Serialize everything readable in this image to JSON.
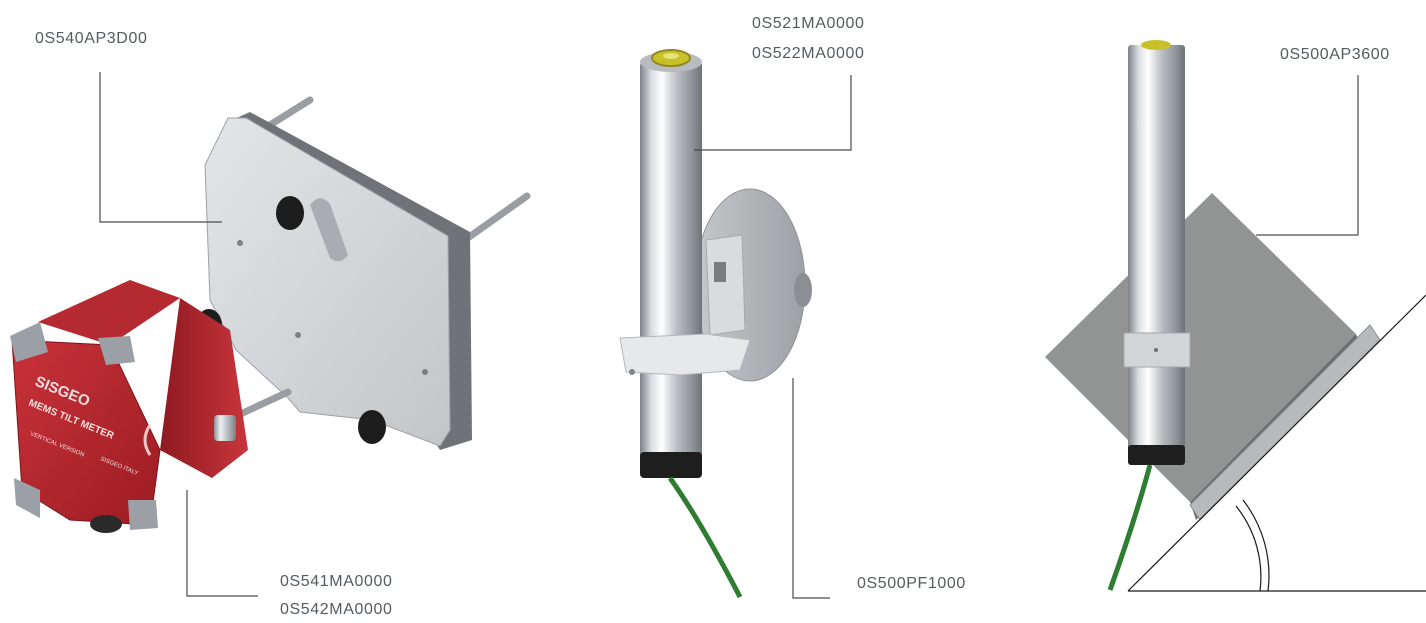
{
  "labels": {
    "bracket_assembly": "0S540AP3D00",
    "tilt_meter_models": [
      "0S541MA0000",
      "0S542MA0000"
    ],
    "probe_models": [
      "0S521MA0000",
      "0S522MA0000"
    ],
    "flange_plate": "0S500PF1000",
    "mounting_plate": "0S500AP3600"
  },
  "device_markings": {
    "brand": "SISGEO",
    "model": "MEMS TILT METER",
    "left_text": "VERTICAL\nVERSION",
    "right_text": "SISGEO\nITALY"
  },
  "colors": {
    "label_text": "#555b60",
    "leader_line": "#4a4a4a",
    "housing_red": "#b3232a",
    "cable_green": "#2e7d32",
    "cap_yellow": "#c9c12a",
    "plate_grey": "#8e8e8e"
  }
}
